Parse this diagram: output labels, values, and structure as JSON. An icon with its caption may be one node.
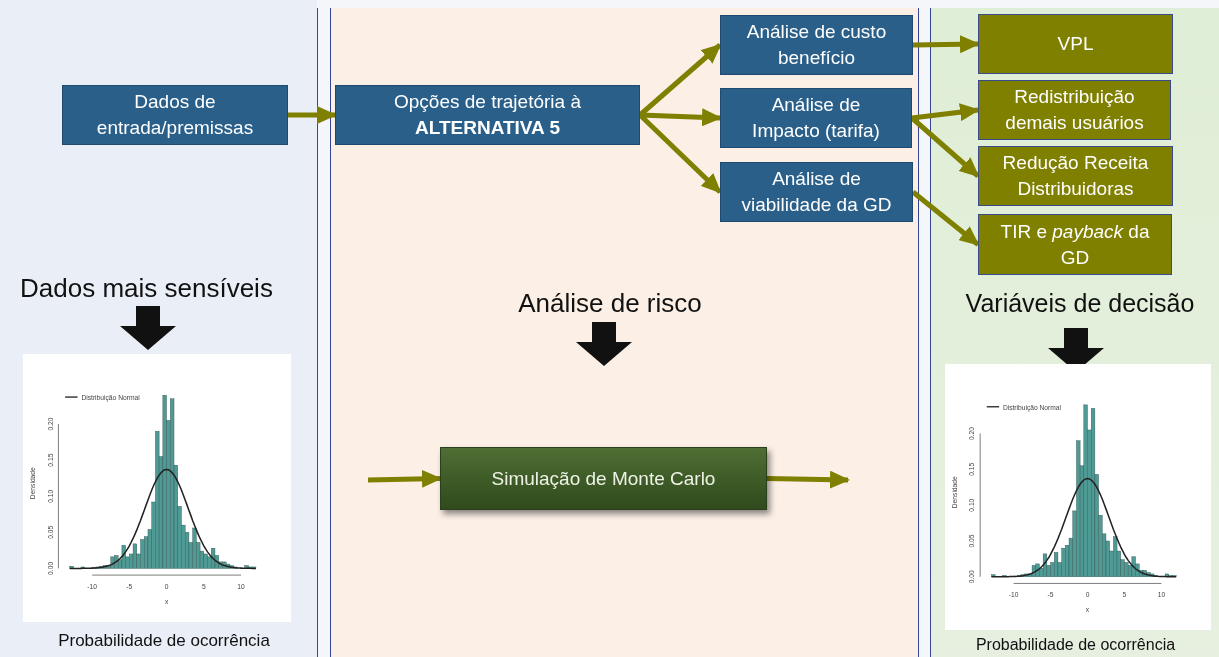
{
  "diagram": {
    "nodes": [
      {
        "text": [
          "Dados de entrada/premissas"
        ]
      },
      {
        "text": [
          "Opções de trajetória à **ALTERNATIVA 5**"
        ]
      },
      {
        "text": [
          "Análise de custo benefício"
        ]
      },
      {
        "text": [
          "Análise de Impacto (tarifa)"
        ]
      },
      {
        "text": [
          "Análise de viabilidade da GD"
        ]
      },
      {
        "text": [
          "VPL"
        ]
      },
      {
        "text": [
          "Redistribuição demais usuários"
        ]
      },
      {
        "text": [
          "Redução Receita Distribuidoras"
        ]
      },
      {
        "text": [
          "TIR e *payback* da GD"
        ]
      },
      {
        "text": [
          "Simulação de Monte Carlo"
        ]
      }
    ],
    "edges": [
      {
        "from": 0,
        "to": 1,
        "arrow": "to"
      },
      {
        "from": 1,
        "to": 2,
        "arrow": "to"
      },
      {
        "from": 1,
        "to": 3,
        "arrow": "to"
      },
      {
        "from": 1,
        "to": 4,
        "arrow": "to"
      },
      {
        "from": 2,
        "to": 5,
        "arrow": "to"
      },
      {
        "from": 3,
        "to": 6,
        "arrow": "to"
      },
      {
        "from": 3,
        "to": 7,
        "arrow": "to"
      },
      {
        "from": 4,
        "to": 8,
        "arrow": "to"
      },
      {
        "from": null,
        "to": 9,
        "arrow": "to"
      },
      {
        "from": 9,
        "to": null,
        "arrow": "to"
      }
    ],
    "labels": [
      "Dados mais sensíveis",
      "Análise de risco",
      "Variáveis de decisão",
      "Distribuição Normal",
      "0.20",
      "0.15",
      "0.10",
      "0.05",
      "0.00",
      "Densidade",
      "-10",
      "-5",
      "0",
      "5",
      "10",
      "x",
      "Probabilidade de ocorrência",
      "Distribuição Normal",
      "0.20",
      "0.15",
      "0.10",
      "0.05",
      "0.00",
      "Densidade",
      "-10",
      "-5",
      "0",
      "5",
      "10",
      "x",
      "Probabilidade de ocorrência"
    ]
  }
}
